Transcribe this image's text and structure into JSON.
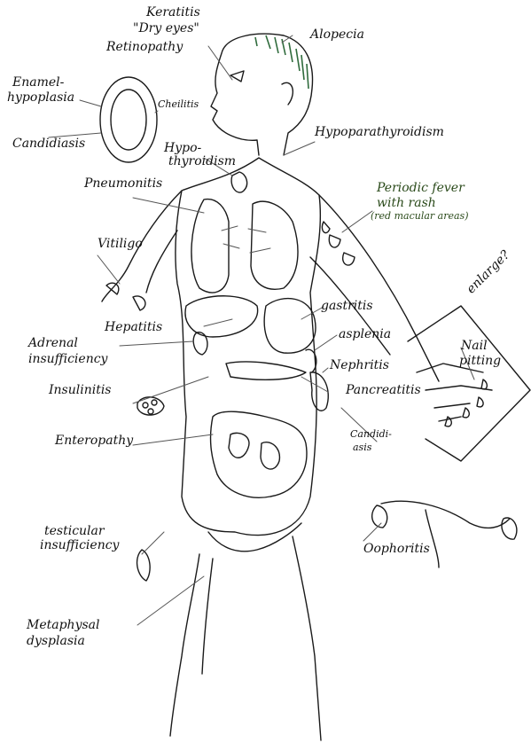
{
  "labels": {
    "keratitis": "Keratitis",
    "dry_eyes": "\"Dry eyes\"",
    "retinopathy": "Retinopathy",
    "alopecia": "Alopecia",
    "enamel_1": "Enamel-",
    "enamel_2": "hypoplasia",
    "cheilitis": "Cheilitis",
    "candidiasis_oral": "Candidiasis",
    "hypoparathyroidism": "Hypoparathyroidism",
    "hypothyroidism_1": "Hypo-",
    "hypothyroidism_2": "thyroidism",
    "pneumonitis": "Pneumonitis",
    "periodic_1": "Periodic fever",
    "periodic_2": "with rash",
    "periodic_3": "(red macular areas)",
    "vitiligo": "Vitiligo",
    "enlarge": "enlarge?",
    "gastritis": "gastritis",
    "hepatitis": "Hepatitis",
    "asplenia": "asplenia",
    "adrenal_1": "Adrenal",
    "adrenal_2": "insufficiency",
    "nail_1": "Nail",
    "nail_2": "pitting",
    "nephritis": "Nephritis",
    "insulinitis": "Insulinitis",
    "pancreatitis": "Pancreatitis",
    "candidi_1": "Candidi-",
    "candidi_2": "asis",
    "enteropathy": "Enteropathy",
    "testicular_1": "testicular",
    "testicular_2": "insufficiency",
    "oophoritis": "Oophoritis",
    "metaphyseal_1": "Metaphysal",
    "metaphyseal_2": "dysplasia"
  },
  "colors": {
    "ink": "#1a1a1a",
    "hair": "#2f6b3c",
    "annotation_green": "#2a4a1a"
  }
}
